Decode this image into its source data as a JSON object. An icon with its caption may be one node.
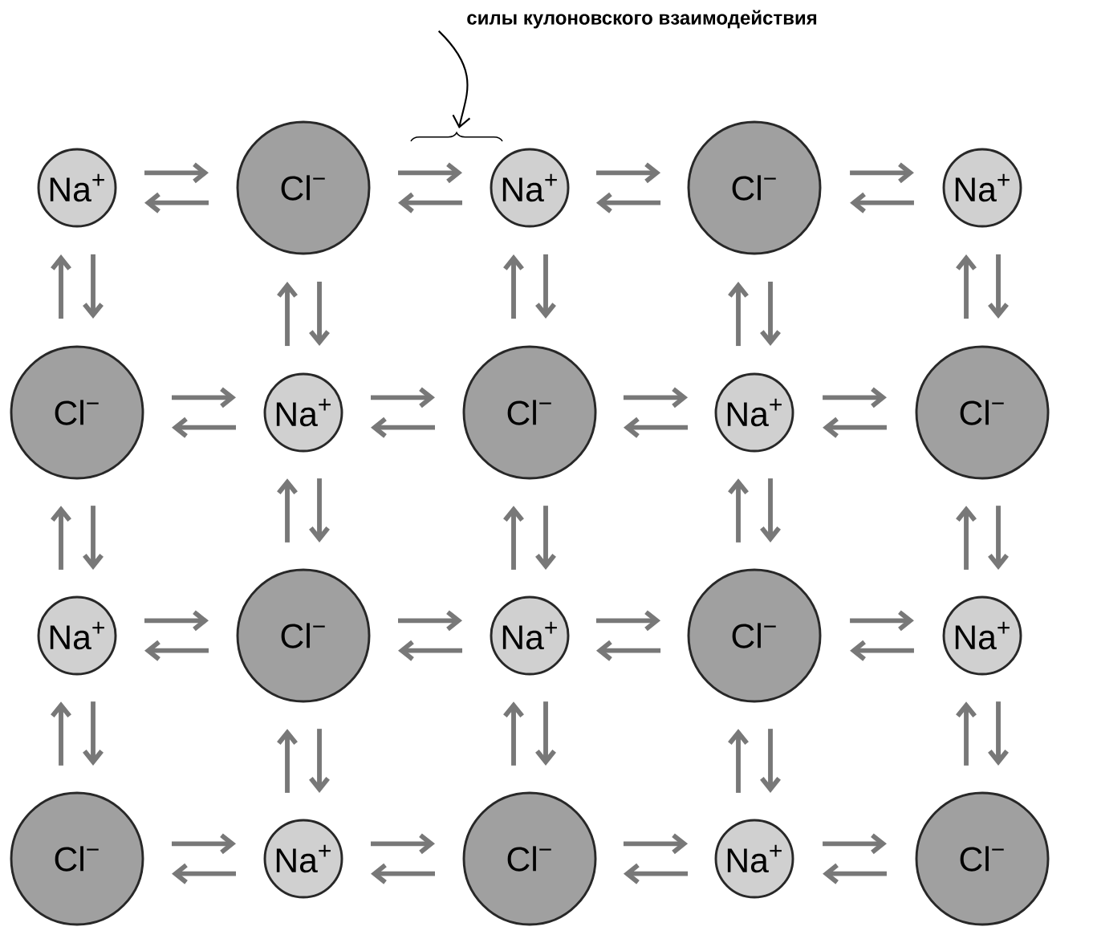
{
  "diagram": {
    "nodes": [
      {
        "text": [
          "силы кулоновского взаимодействия"
        ]
      },
      {
        "text": [
          "Na$^{+}$"
        ]
      },
      {
        "text": [
          "Cl$^{−}$"
        ]
      },
      {
        "text": [
          "Na$^{+}$"
        ]
      },
      {
        "text": [
          "Cl$^{−}$"
        ]
      },
      {
        "text": [
          "Na$^{+}$"
        ]
      },
      {
        "text": [
          "Cl$^{−}$"
        ]
      },
      {
        "text": [
          "Na$^{+}$"
        ]
      },
      {
        "text": [
          "Cl$^{−}$"
        ]
      },
      {
        "text": [
          "Na$^{+}$"
        ]
      },
      {
        "text": [
          "Cl$^{−}$"
        ]
      },
      {
        "text": [
          "Na$^{+}$"
        ]
      },
      {
        "text": [
          "Cl$^{−}$"
        ]
      },
      {
        "text": [
          "Na$^{+}$"
        ]
      },
      {
        "text": [
          "Cl$^{−}$"
        ]
      },
      {
        "text": [
          "Na$^{+}$"
        ]
      },
      {
        "text": [
          "Cl$^{−}$"
        ]
      },
      {
        "text": [
          "Na$^{+}$"
        ]
      },
      {
        "text": [
          "Cl$^{−}$"
        ]
      },
      {
        "text": [
          "Na$^{+}$"
        ]
      },
      {
        "text": [
          "Cl$^{−}$"
        ]
      }
    ],
    "edges": [
      {
        "from": 0,
        "to": null,
        "arrow": "to",
        "color": "#000000"
      },
      {
        "from": 1,
        "to": 2,
        "arrow": "to"
      },
      {
        "from": 2,
        "to": 1,
        "arrow": "to"
      },
      {
        "from": 2,
        "to": 3,
        "arrow": "to"
      },
      {
        "from": 3,
        "to": 2,
        "arrow": "to"
      },
      {
        "from": 3,
        "to": 4,
        "arrow": "to"
      },
      {
        "from": 4,
        "to": 3,
        "arrow": "to"
      },
      {
        "from": 4,
        "to": 5,
        "arrow": "to"
      },
      {
        "from": 5,
        "to": 4,
        "arrow": "to"
      },
      {
        "from": 6,
        "to": 7,
        "arrow": "to"
      },
      {
        "from": 7,
        "to": 6,
        "arrow": "to"
      },
      {
        "from": 7,
        "to": 8,
        "arrow": "to"
      },
      {
        "from": 8,
        "to": 7,
        "arrow": "to"
      },
      {
        "from": 8,
        "to": 9,
        "arrow": "to"
      },
      {
        "from": 9,
        "to": 8,
        "arrow": "to"
      },
      {
        "from": 9,
        "to": 10,
        "arrow": "to"
      },
      {
        "from": 10,
        "to": 9,
        "arrow": "to"
      },
      {
        "from": 11,
        "to": 12,
        "arrow": "to"
      },
      {
        "from": 12,
        "to": 11,
        "arrow": "to"
      },
      {
        "from": 12,
        "to": 13,
        "arrow": "to"
      },
      {
        "from": 13,
        "to": 12,
        "arrow": "to"
      },
      {
        "from": 13,
        "to": 14,
        "arrow": "to"
      },
      {
        "from": 14,
        "to": 13,
        "arrow": "to"
      },
      {
        "from": 14,
        "to": 15,
        "arrow": "to"
      },
      {
        "from": 15,
        "to": 14,
        "arrow": "to"
      },
      {
        "from": 16,
        "to": 17,
        "arrow": "to"
      },
      {
        "from": 17,
        "to": 16,
        "arrow": "to"
      },
      {
        "from": 17,
        "to": 18,
        "arrow": "to"
      },
      {
        "from": 18,
        "to": 17,
        "arrow": "to"
      },
      {
        "from": 18,
        "to": 19,
        "arrow": "to"
      },
      {
        "from": 19,
        "to": 18,
        "arrow": "to"
      },
      {
        "from": 19,
        "to": 20,
        "arrow": "to"
      },
      {
        "from": 20,
        "to": 19,
        "arrow": "to"
      },
      {
        "from": 6,
        "to": 1,
        "arrow": "to"
      },
      {
        "from": 1,
        "to": 6,
        "arrow": "to"
      },
      {
        "from": 7,
        "to": 2,
        "arrow": "to"
      },
      {
        "from": 2,
        "to": 7,
        "arrow": "to"
      },
      {
        "from": 8,
        "to": 3,
        "arrow": "to"
      },
      {
        "from": 3,
        "to": 8,
        "arrow": "to"
      },
      {
        "from": 9,
        "to": 4,
        "arrow": "to"
      },
      {
        "from": 4,
        "to": 9,
        "arrow": "to"
      },
      {
        "from": 10,
        "to": 5,
        "arrow": "to"
      },
      {
        "from": 5,
        "to": 10,
        "arrow": "to"
      },
      {
        "from": 11,
        "to": 6,
        "arrow": "to"
      },
      {
        "from": 6,
        "to": 11,
        "arrow": "to"
      },
      {
        "from": 12,
        "to": 7,
        "arrow": "to"
      },
      {
        "from": 7,
        "to": 12,
        "arrow": "to"
      },
      {
        "from": 13,
        "to": 8,
        "arrow": "to"
      },
      {
        "from": 8,
        "to": 13,
        "arrow": "to"
      },
      {
        "from": 14,
        "to": 9,
        "arrow": "to"
      },
      {
        "from": 9,
        "to": 14,
        "arrow": "to"
      },
      {
        "from": 15,
        "to": 10,
        "arrow": "to"
      },
      {
        "from": 10,
        "to": 15,
        "arrow": "to"
      },
      {
        "from": 16,
        "to": 11,
        "arrow": "to"
      },
      {
        "from": 11,
        "to": 16,
        "arrow": "to"
      },
      {
        "from": 17,
        "to": 12,
        "arrow": "to"
      },
      {
        "from": 12,
        "to": 17,
        "arrow": "to"
      },
      {
        "from": 18,
        "to": 13,
        "arrow": "to"
      },
      {
        "from": 13,
        "to": 18,
        "arrow": "to"
      },
      {
        "from": 19,
        "to": 14,
        "arrow": "to"
      },
      {
        "from": 14,
        "to": 19,
        "arrow": "to"
      },
      {
        "from": 20,
        "to": 15,
        "arrow": "to"
      },
      {
        "from": 15,
        "to": 20,
        "arrow": "to"
      }
    ]
  }
}
